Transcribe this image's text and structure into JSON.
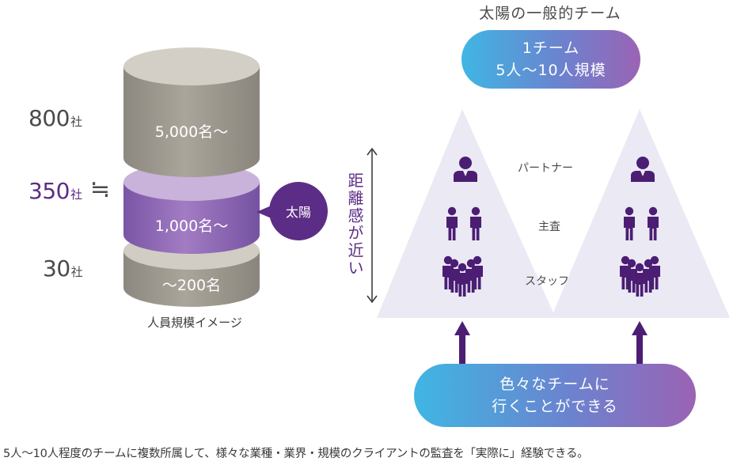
{
  "left": {
    "firm_counts": [
      {
        "number": "800",
        "unit": "社"
      },
      {
        "number": "350",
        "unit": "社"
      },
      {
        "number": "30",
        "unit": "社"
      }
    ],
    "approx_symbol": "≒",
    "tiers": [
      "5,000名〜",
      "1,000名〜",
      "〜200名"
    ],
    "badge": "太陽",
    "caption": "人員規模イメージ"
  },
  "right": {
    "title": "太陽の一般的チーム",
    "team_pill": {
      "line1": "1チーム",
      "line2": "5人〜10人規模"
    },
    "distance_label": "距離感が近い",
    "roles": [
      "パートナー",
      "主査",
      "スタッフ"
    ],
    "bottom_pill": {
      "line1": "色々なチームに",
      "line2": "行くことができる"
    }
  },
  "footer": "5人〜10人程度のチームに複数所属して、様々な業種・業界・規模のクライアントの監査を「実際に」経験できる。",
  "colors": {
    "purple": "#5c2d86",
    "gray": "#a29d93",
    "triangle": "#ebe9f3"
  }
}
